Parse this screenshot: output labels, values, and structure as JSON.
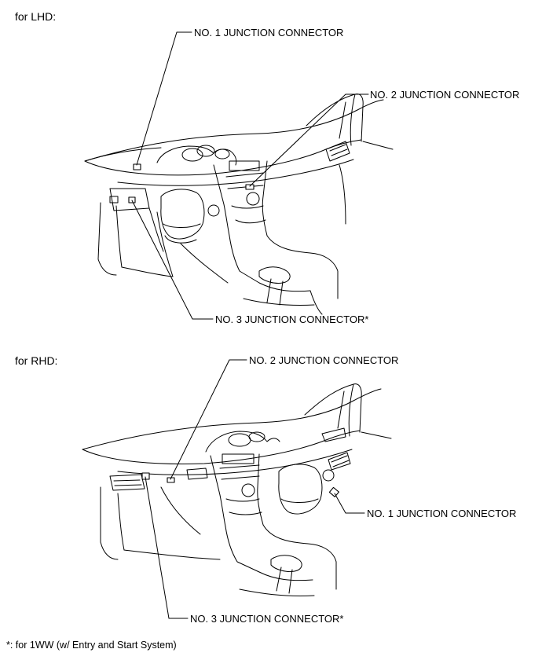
{
  "lhd": {
    "heading": "for LHD:",
    "labels": {
      "no1": "NO. 1 JUNCTION CONNECTOR",
      "no2": "NO. 2 JUNCTION CONNECTOR",
      "no3": "NO. 3 JUNCTION CONNECTOR*"
    }
  },
  "rhd": {
    "heading": "for RHD:",
    "labels": {
      "no2": "NO. 2 JUNCTION CONNECTOR",
      "no1": "NO. 1 JUNCTION CONNECTOR",
      "no3": "NO. 3 JUNCTION CONNECTOR*"
    }
  },
  "footnote": "*: for 1WW (w/ Entry and Start System)"
}
